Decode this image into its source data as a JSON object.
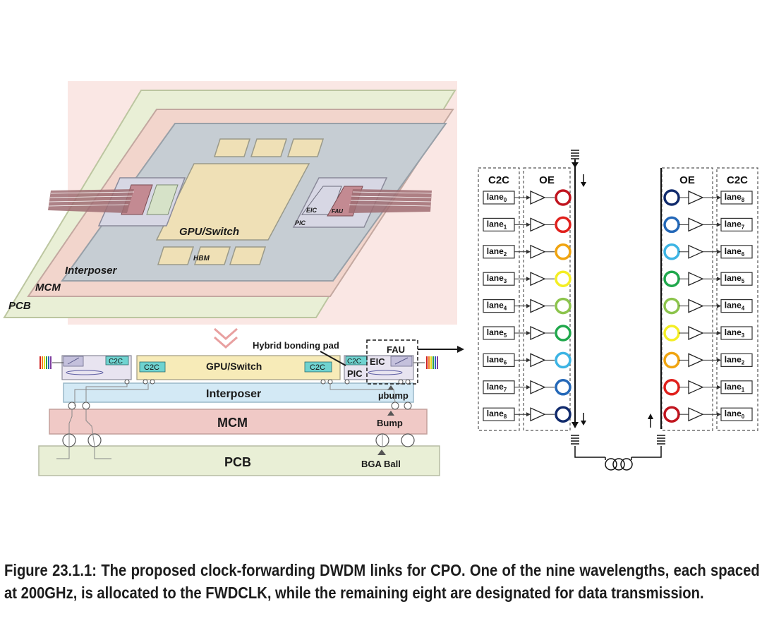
{
  "layers": {
    "pcb": "PCB",
    "mcm": "MCM",
    "interposer": "Interposer",
    "gpu_switch": "GPU/Switch",
    "hbm": "HBM",
    "eic": "EIC",
    "fau": "FAU",
    "pic": "PIC"
  },
  "cross_section": {
    "c2c": "C2C",
    "gpu_switch": "GPU/Switch",
    "interposer": "Interposer",
    "mcm": "MCM",
    "pcb": "PCB",
    "hybrid_bonding_pad": "Hybrid bonding pad",
    "fau": "FAU",
    "eic": "EIC",
    "pic": "PIC",
    "ubump": "µbump",
    "bump": "Bump",
    "bga_ball": "BGA Ball"
  },
  "link": {
    "tx_c2c_header": "C2C",
    "tx_oe_header": "OE",
    "rx_oe_header": "OE",
    "rx_c2c_header": "C2C",
    "lane_word": "lane",
    "tx_lanes": [
      "0",
      "1",
      "2",
      "3",
      "4",
      "5",
      "6",
      "7",
      "8"
    ],
    "rx_lanes": [
      "8",
      "7",
      "6",
      "5",
      "4",
      "3",
      "2",
      "1",
      "0"
    ],
    "tx_ring_colors": [
      "#c0141e",
      "#e0201c",
      "#f0a410",
      "#f4ee24",
      "#8cc44c",
      "#20a84c",
      "#3cb4e4",
      "#2468b8",
      "#102a6c"
    ],
    "rx_ring_colors": [
      "#102a6c",
      "#2468b8",
      "#3cb4e4",
      "#20a84c",
      "#8cc44c",
      "#f4ee24",
      "#f0a410",
      "#e0201c",
      "#c0141e"
    ]
  },
  "caption": "Figure 23.1.1: The proposed clock-forwarding DWDM links for CPO. One of the nine wavelengths, each spaced at 200GHz, is allocated to the FWDCLK, while the remaining eight are designated for data transmission."
}
